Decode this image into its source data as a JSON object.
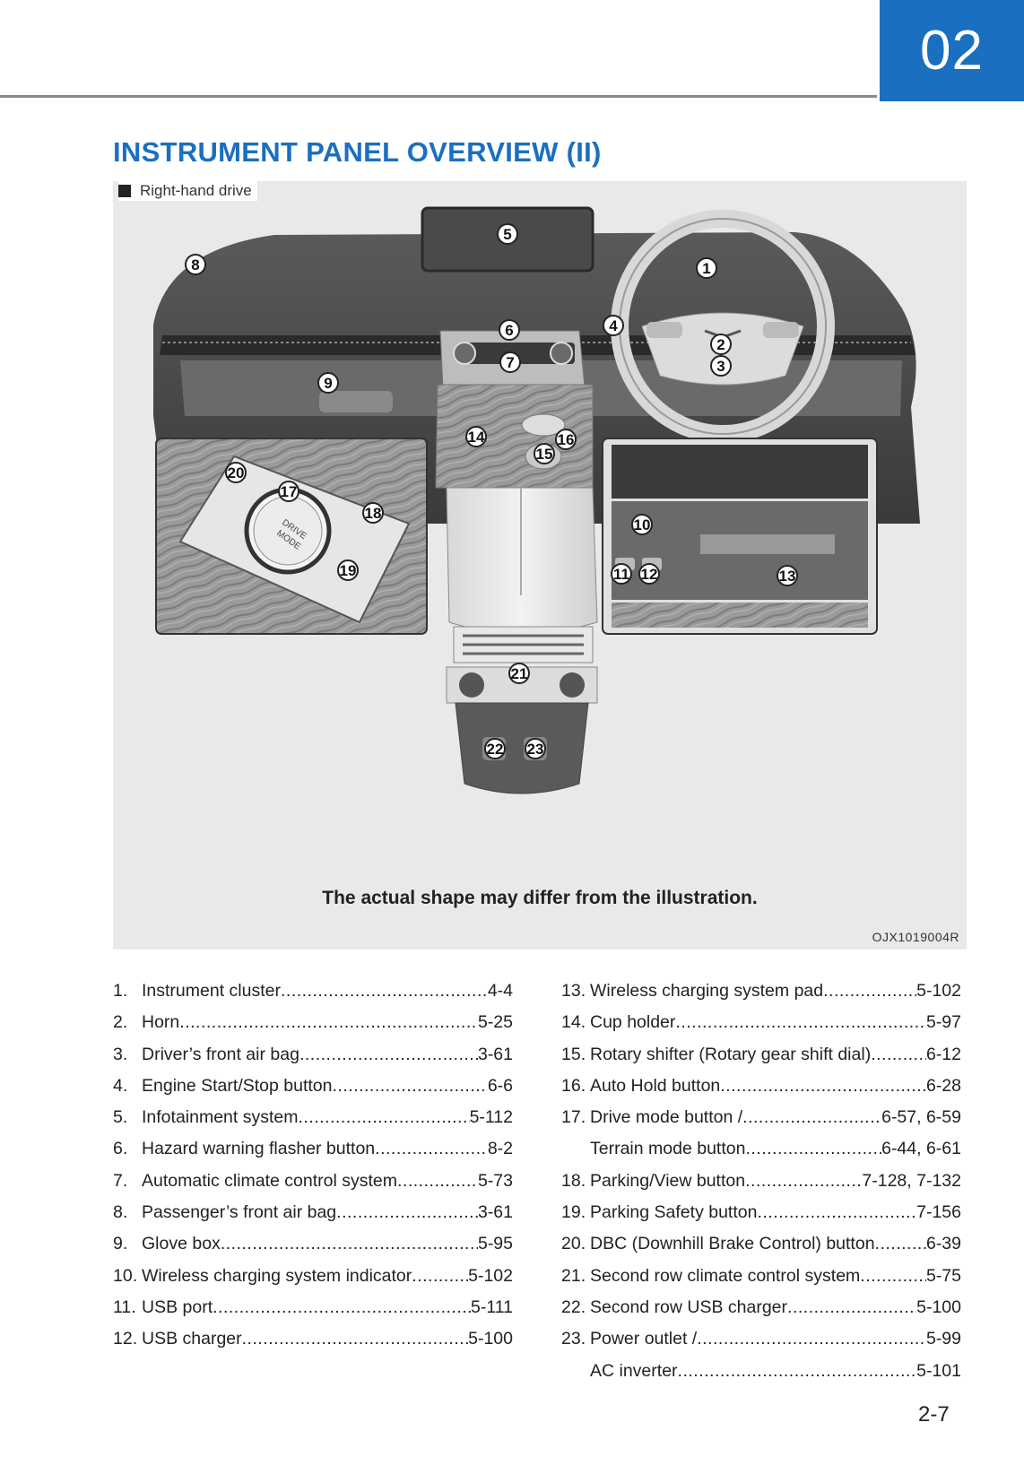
{
  "header": {
    "chapter": "02"
  },
  "page": {
    "title": "INSTRUMENT PANEL OVERVIEW (II)",
    "subtitle": "Right-hand drive",
    "page_number": "2-7"
  },
  "figure": {
    "caption": "The actual shape may differ from the illustration.",
    "code": "OJX1019004R",
    "callouts": [
      "1",
      "2",
      "3",
      "4",
      "5",
      "6",
      "7",
      "8",
      "9",
      "10",
      "11",
      "12",
      "13",
      "14",
      "15",
      "16",
      "17",
      "18",
      "19",
      "20",
      "21",
      "22",
      "23"
    ],
    "knob_text_1": "DRIVE",
    "knob_text_2": "MODE"
  },
  "left_list": [
    {
      "num": "1.",
      "name": "Instrument cluster",
      "page": "4-4"
    },
    {
      "num": "2.",
      "name": "Horn",
      "page": "5-25"
    },
    {
      "num": "3.",
      "name": "Driver’s front air bag",
      "page": "3-61"
    },
    {
      "num": "4.",
      "name": "Engine Start/Stop button",
      "page": "6-6"
    },
    {
      "num": "5.",
      "name": "Infotainment system",
      "page": "5-112"
    },
    {
      "num": "6.",
      "name": "Hazard warning flasher button",
      "page": "8-2"
    },
    {
      "num": "7.",
      "name": "Automatic climate control system",
      "page": "5-73"
    },
    {
      "num": "8.",
      "name": "Passenger’s front air bag",
      "page": "3-61"
    },
    {
      "num": "9.",
      "name": "Glove box",
      "page": "5-95"
    },
    {
      "num": "10.",
      "name": "Wireless charging system indicator",
      "page": "5-102"
    },
    {
      "num": "11.",
      "name": "USB port",
      "page": "5-111"
    },
    {
      "num": "12.",
      "name": "USB charger",
      "page": "5-100"
    }
  ],
  "right_list": [
    {
      "num": "13.",
      "name": "Wireless charging system pad",
      "page": "5-102"
    },
    {
      "num": "14.",
      "name": "Cup holder",
      "page": "5-97"
    },
    {
      "num": "15.",
      "name": "Rotary shifter (Rotary gear shift dial)",
      "page": "6-12"
    },
    {
      "num": "16.",
      "name": "Auto Hold button",
      "page": "6-28"
    },
    {
      "num": "17.",
      "name": "Drive mode button /",
      "page": "6-57, 6-59"
    },
    {
      "num": "",
      "name": "Terrain mode button",
      "page": "6-44, 6-61"
    },
    {
      "num": "18.",
      "name": "Parking/View button",
      "page": "7-128, 7-132"
    },
    {
      "num": "19.",
      "name": "Parking Safety button",
      "page": "7-156"
    },
    {
      "num": "20.",
      "name": "DBC (Downhill Brake Control) button",
      "page": "6-39"
    },
    {
      "num": "21.",
      "name": "Second row climate control system",
      "page": "5-75"
    },
    {
      "num": "22.",
      "name": "Second row USB charger",
      "page": "5-100"
    },
    {
      "num": "23.",
      "name": "Power outlet /",
      "page": "5-99"
    },
    {
      "num": "",
      "name": "AC inverter",
      "page": "5-101"
    }
  ]
}
